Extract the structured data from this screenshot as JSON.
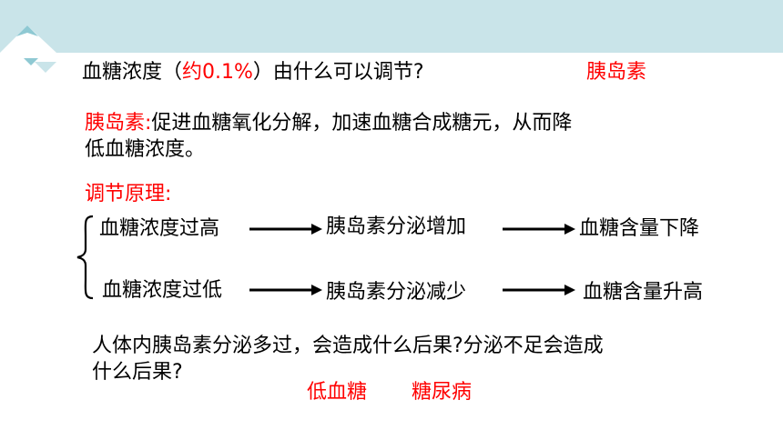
{
  "question": {
    "part1": "血糖浓度（",
    "part2": "约0.1%",
    "part3": "）由什么可以调节?",
    "answer": "胰岛素"
  },
  "insulin_role": {
    "label": "胰岛素:",
    "line1_rest": "促进血糖氧化分解，加速血糖合成糖元，从而降",
    "line2": "低血糖浓度。"
  },
  "principle": {
    "title": "调节原理:",
    "row1": [
      "血糖浓度过高",
      "胰岛素分泌增加",
      "血糖含量下降"
    ],
    "row2": [
      "血糖浓度过低",
      "胰岛素分泌减少",
      "血糖含量升高"
    ]
  },
  "followup": {
    "line1": "人体内胰岛素分泌多过，会造成什么后果?分泌不足会造成",
    "line2": "什么后果?",
    "answers": [
      "低血糖",
      "糖尿病"
    ]
  },
  "colors": {
    "band": "#c9e4e9",
    "answer": "#ff0000",
    "mountain": "#8fc9d3"
  }
}
